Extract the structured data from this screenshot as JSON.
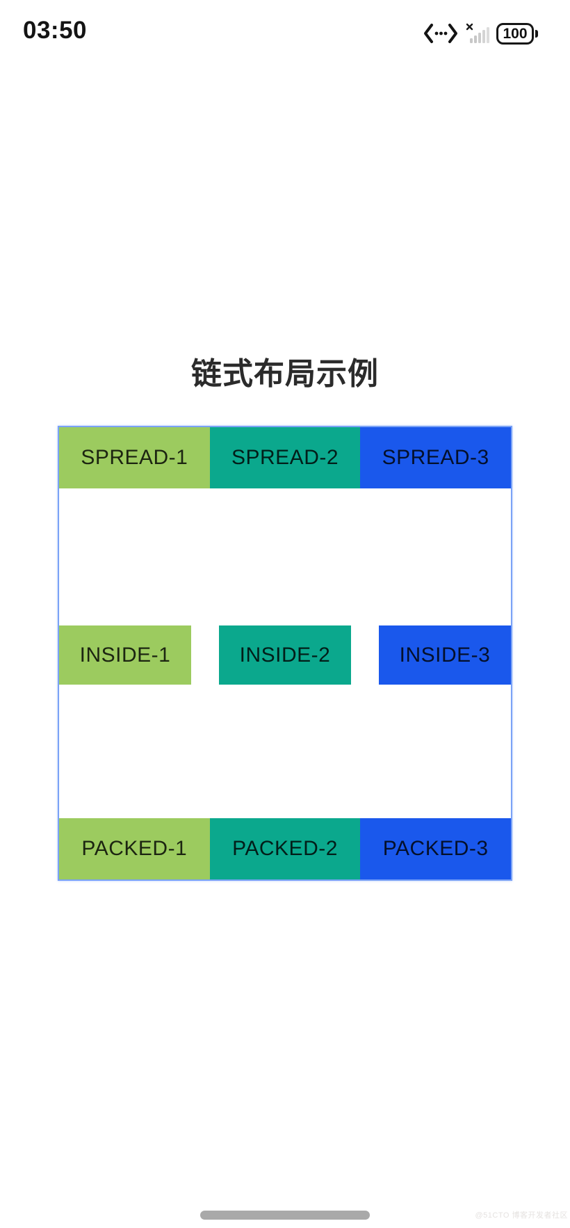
{
  "status_bar": {
    "time": "03:50",
    "battery": "100"
  },
  "page": {
    "title": "链式布局示例"
  },
  "demo": {
    "container_border_color": "#7aa2f6",
    "box_colors": {
      "green": "#9ccb5f",
      "teal": "#0ba88d",
      "blue": "#1a58ec"
    },
    "rows": [
      {
        "id": "spread",
        "items": [
          {
            "label": "SPREAD-1",
            "color": "#9ccb5f"
          },
          {
            "label": "SPREAD-2",
            "color": "#0ba88d"
          },
          {
            "label": "SPREAD-3",
            "color": "#1a58ec"
          }
        ]
      },
      {
        "id": "inside",
        "items": [
          {
            "label": "INSIDE-1",
            "color": "#9ccb5f"
          },
          {
            "label": "INSIDE-2",
            "color": "#0ba88d"
          },
          {
            "label": "INSIDE-3",
            "color": "#1a58ec"
          }
        ]
      },
      {
        "id": "packed",
        "items": [
          {
            "label": "PACKED-1",
            "color": "#9ccb5f"
          },
          {
            "label": "PACKED-2",
            "color": "#0ba88d"
          },
          {
            "label": "PACKED-3",
            "color": "#1a58ec"
          }
        ]
      }
    ]
  },
  "footer": {
    "watermark": "@51CTO 博客开发者社区"
  }
}
